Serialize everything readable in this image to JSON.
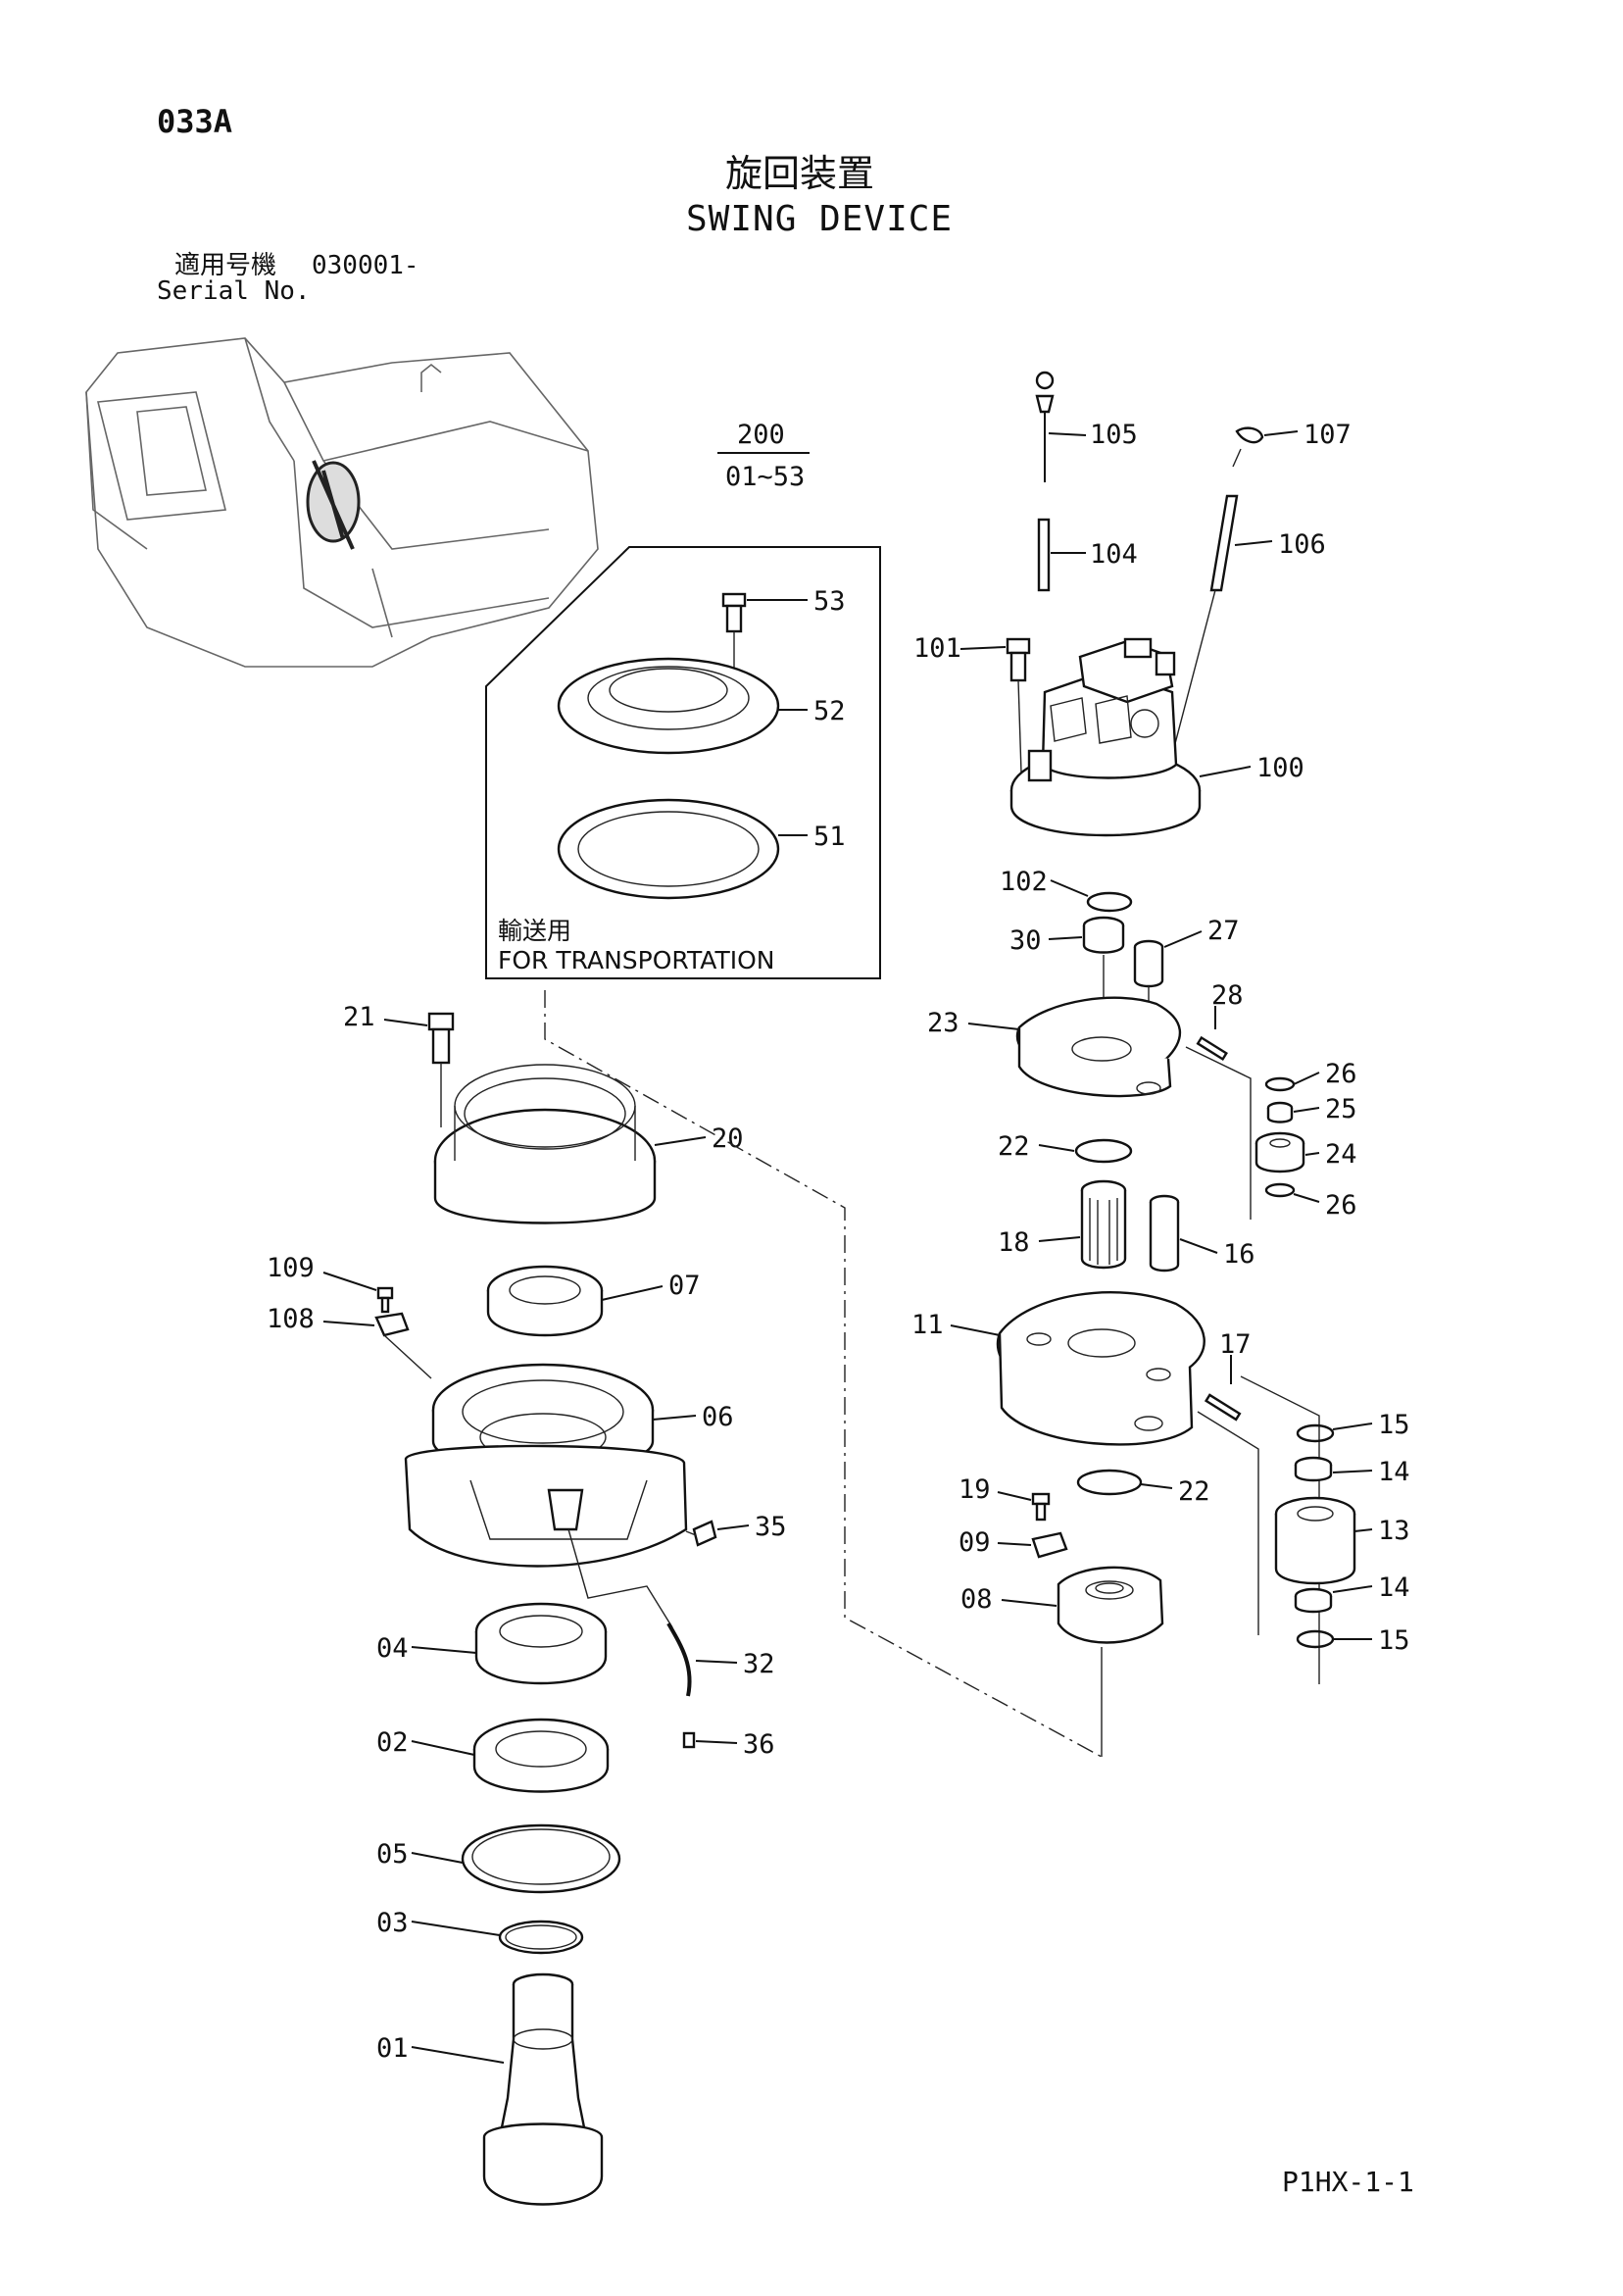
{
  "header": {
    "page_code": "033A",
    "title_ja": "旋回装置",
    "title_en": "SWING DEVICE",
    "serial_label_ja": "適用号機",
    "serial_value": "030001-",
    "serial_label_en": "Serial No."
  },
  "group": {
    "number": "200",
    "range": "01~53"
  },
  "transport_box": {
    "label_ja": "輸送用",
    "label_en": "FOR TRANSPORTATION"
  },
  "callouts": {
    "c01": "01",
    "c02": "02",
    "c03": "03",
    "c04": "04",
    "c05": "05",
    "c06": "06",
    "c07": "07",
    "c08": "08",
    "c09": "09",
    "c11": "11",
    "c13": "13",
    "c14a": "14",
    "c14b": "14",
    "c15a": "15",
    "c15b": "15",
    "c16": "16",
    "c17": "17",
    "c18": "18",
    "c19": "19",
    "c20": "20",
    "c21": "21",
    "c22a": "22",
    "c22b": "22",
    "c23": "23",
    "c24": "24",
    "c25": "25",
    "c26a": "26",
    "c26b": "26",
    "c27": "27",
    "c28": "28",
    "c30": "30",
    "c32": "32",
    "c35": "35",
    "c36": "36",
    "c51": "51",
    "c52": "52",
    "c53": "53",
    "c100": "100",
    "c101": "101",
    "c102": "102",
    "c104": "104",
    "c105": "105",
    "c106": "106",
    "c107": "107",
    "c108": "108",
    "c109": "109"
  },
  "footer": {
    "page_ref": "P1HX-1-1"
  }
}
